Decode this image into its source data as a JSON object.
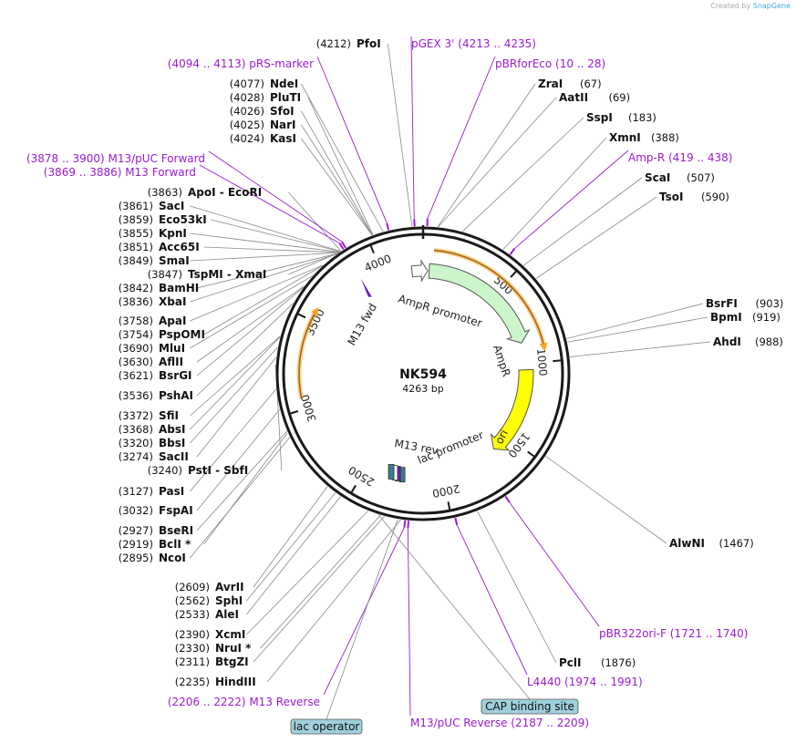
{
  "credit": {
    "prefix": "Created by",
    "brand": "SnapGene"
  },
  "plasmid": {
    "name": "NK594",
    "length": 4263,
    "length_label": "4263 bp"
  },
  "ticks": [
    "500",
    "1000",
    "1500",
    "2000",
    "2500",
    "3000",
    "3500",
    "4000"
  ],
  "features": [
    {
      "name": "AmpR promoter",
      "start": 4162,
      "end": 4263,
      "type": "promoter",
      "color": "#ffffff"
    },
    {
      "name": "AmpR",
      "start": 1,
      "end": 861,
      "type": "cds",
      "color": "#ccf5cc"
    },
    {
      "name": "ori",
      "start": 1029,
      "end": 1617,
      "type": "origin",
      "color": "#ffff00"
    },
    {
      "name": "lac promoter",
      "start": 2275,
      "end": 2305,
      "type": "promoter",
      "color": "#ffffff"
    },
    {
      "name": "M13 rev",
      "start": 2306,
      "end": 2322,
      "type": "primer",
      "color": "#6a1fb5"
    },
    {
      "name": "M13 fwd",
      "start": 3860,
      "end": 3876,
      "type": "primer",
      "color": "#6a1fb5"
    },
    {
      "name": "lac operator",
      "start": 2240,
      "end": 2256,
      "type": "protein_bind",
      "color": "#3a7d8c"
    },
    {
      "name": "CAP binding site",
      "start": 2330,
      "end": 2351,
      "type": "protein_bind",
      "color": "#3a7d8c"
    }
  ],
  "orange_arcs": [
    {
      "start": 60,
      "end": 920
    },
    {
      "start": 3060,
      "end": 3560
    }
  ],
  "left_sites": [
    {
      "pos": "4212",
      "name": "PfoI"
    },
    {
      "pos": "4077",
      "name": "NdeI"
    },
    {
      "pos": "4028",
      "name": "PluTI"
    },
    {
      "pos": "4026",
      "name": "SfoI"
    },
    {
      "pos": "4025",
      "name": "NarI"
    },
    {
      "pos": "4024",
      "name": "KasI"
    },
    {
      "pos": "3863",
      "name": "ApoI",
      "name2": "EcoRI"
    },
    {
      "pos": "3861",
      "name": "SacI"
    },
    {
      "pos": "3859",
      "name": "Eco53kI"
    },
    {
      "pos": "3855",
      "name": "KpnI"
    },
    {
      "pos": "3851",
      "name": "Acc65I"
    },
    {
      "pos": "3849",
      "name": "SmaI"
    },
    {
      "pos": "3847",
      "name": "TspMI",
      "name2": "XmaI"
    },
    {
      "pos": "3842",
      "name": "BamHI"
    },
    {
      "pos": "3836",
      "name": "XbaI"
    },
    {
      "pos": "3758",
      "name": "ApaI"
    },
    {
      "pos": "3754",
      "name": "PspOMI"
    },
    {
      "pos": "3690",
      "name": "MluI"
    },
    {
      "pos": "3630",
      "name": "AflII"
    },
    {
      "pos": "3621",
      "name": "BsrGI"
    },
    {
      "pos": "3536",
      "name": "PshAI"
    },
    {
      "pos": "3372",
      "name": "SfiI"
    },
    {
      "pos": "3368",
      "name": "AbsI"
    },
    {
      "pos": "3320",
      "name": "BbsI"
    },
    {
      "pos": "3274",
      "name": "SacII"
    },
    {
      "pos": "3240",
      "name": "PstI",
      "name2": "SbfI"
    },
    {
      "pos": "3127",
      "name": "PasI"
    },
    {
      "pos": "3032",
      "name": "FspAI"
    },
    {
      "pos": "2927",
      "name": "BseRI"
    },
    {
      "pos": "2919",
      "name": "BclI *"
    },
    {
      "pos": "2895",
      "name": "NcoI"
    },
    {
      "pos": "2609",
      "name": "AvrII"
    },
    {
      "pos": "2562",
      "name": "SphI"
    },
    {
      "pos": "2533",
      "name": "AleI"
    },
    {
      "pos": "2390",
      "name": "XcmI"
    },
    {
      "pos": "2330",
      "name": "NruI *"
    },
    {
      "pos": "2311",
      "name": "BtgZI"
    },
    {
      "pos": "2235",
      "name": "HindIII"
    }
  ],
  "right_sites": [
    {
      "pos": "67",
      "name": "ZraI"
    },
    {
      "pos": "69",
      "name": "AatII"
    },
    {
      "pos": "183",
      "name": "SspI"
    },
    {
      "pos": "388",
      "name": "XmnI"
    },
    {
      "pos": "507",
      "name": "ScaI"
    },
    {
      "pos": "590",
      "name": "TsoI"
    },
    {
      "pos": "903",
      "name": "BsrFI"
    },
    {
      "pos": "919",
      "name": "BpmI"
    },
    {
      "pos": "988",
      "name": "AhdI"
    },
    {
      "pos": "1467",
      "name": "AlwNI"
    },
    {
      "pos": "1876",
      "name": "PclI"
    }
  ],
  "primers": [
    {
      "name": "pGEX 3'",
      "range": "(4213 .. 4235)"
    },
    {
      "name": "pBRforEco",
      "range": "(10 .. 28)"
    },
    {
      "name": "Amp-R",
      "range": "(419 .. 438)"
    },
    {
      "name": "pRS-marker",
      "range": "(4094 .. 4113)"
    },
    {
      "name": "M13/pUC Forward",
      "range": "(3878 .. 3900)"
    },
    {
      "name": "M13 Forward",
      "range": "(3869 .. 3886)"
    },
    {
      "name": "pBR322ori-F",
      "range": "(1721 .. 1740)"
    },
    {
      "name": "L4440",
      "range": "(1974 .. 1991)"
    },
    {
      "name": "M13 Reverse",
      "range": "(2206 .. 2222)"
    },
    {
      "name": "M13/pUC Reverse",
      "range": "(2187 .. 2209)"
    }
  ],
  "boxed_labels": [
    {
      "name": "CAP binding site",
      "color": "#9fd0dc"
    },
    {
      "name": "lac operator",
      "color": "#9fd0dc"
    }
  ],
  "colors": {
    "primer": "#9a1ccf",
    "backbone": "#1a1a1a",
    "orange": "#f5a623",
    "teal": "#3a7d8c"
  }
}
